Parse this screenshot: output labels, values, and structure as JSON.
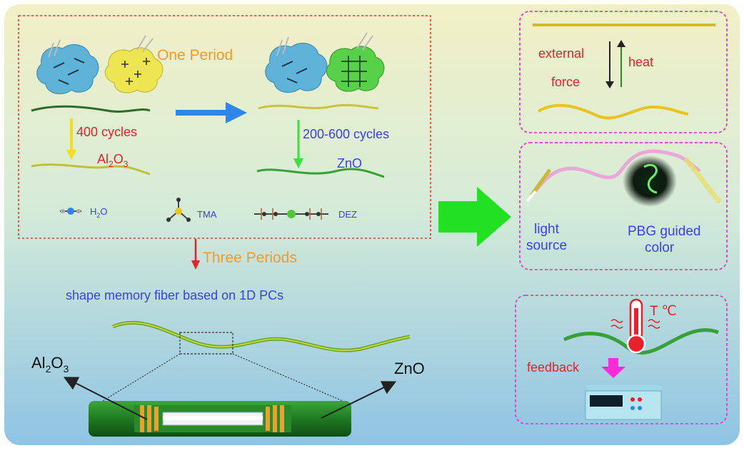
{
  "one_period": {
    "title": "One Period",
    "al_cycles": "400 cycles",
    "al_label": "Al",
    "al_sub1": "2",
    "al_mid": "O",
    "al_sub2": "3",
    "zn_cycles": "200-600 cycles",
    "zn_label": "ZnO"
  },
  "precursors": {
    "h2o_pre": "H",
    "h2o_sub": "2",
    "h2o_post": "O",
    "tma": "TMA",
    "dez": "DEZ"
  },
  "three_periods": "Three Periods",
  "fiber": {
    "caption": "shape memory fiber based on 1D PCs",
    "al_label": "Al",
    "al_sub1": "2",
    "al_mid": "O",
    "al_sub2": "3",
    "zno": "ZnO"
  },
  "shape_panel": {
    "line1": "external",
    "line2": "force",
    "heat": "heat"
  },
  "light_panel": {
    "light1": "light",
    "light2": "source",
    "pbg1": "PBG guided",
    "pbg2": "color"
  },
  "temp_panel": {
    "temp": "T ℃",
    "feedback": "feedback"
  },
  "colors": {
    "red_text": "#e8202a",
    "orange_text": "#f59a2a",
    "blue_text": "#3a3ff0",
    "fiber_green": "#2e9e2e",
    "arrow_green": "#22e022",
    "magenta": "#e040c8"
  }
}
